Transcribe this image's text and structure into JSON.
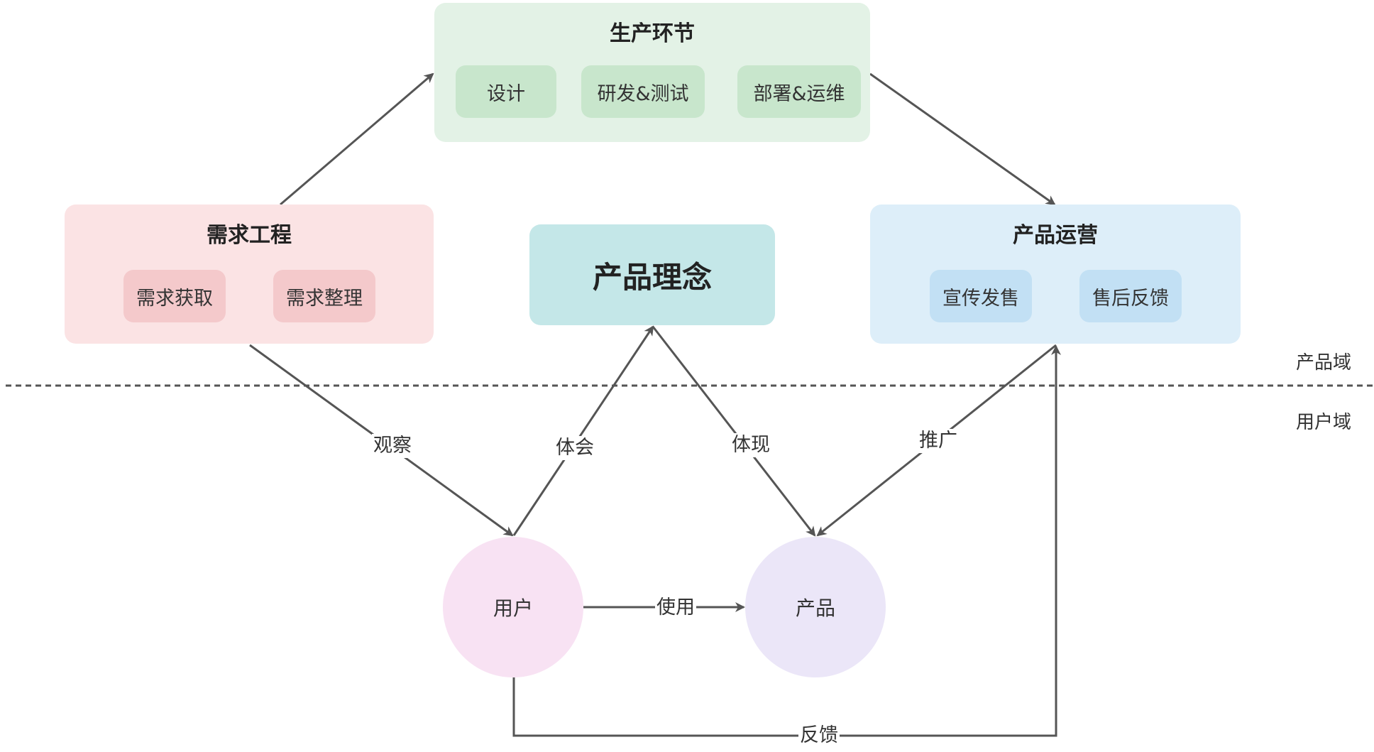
{
  "production": {
    "title": "生产环节",
    "items": [
      "设计",
      "研发&测试",
      "部署&运维"
    ]
  },
  "requirements": {
    "title": "需求工程",
    "items": [
      "需求获取",
      "需求整理"
    ]
  },
  "operations": {
    "title": "产品运营",
    "items": [
      "宣传发售",
      "售后反馈"
    ]
  },
  "concept": "产品理念",
  "nodes": {
    "user": "用户",
    "product": "产品"
  },
  "edges": {
    "observe": "观察",
    "experience": "体会",
    "embody": "体现",
    "promote": "推广",
    "use": "使用",
    "feedback": "反馈"
  },
  "domains": {
    "product_domain": "产品域",
    "user_domain": "用户域"
  },
  "colors": {
    "production_bg": "#e3f2e6",
    "production_item": "#c8e6cc",
    "requirements_bg": "#fbe3e4",
    "requirements_item": "#f4c9cb",
    "operations_bg": "#ddeef9",
    "operations_item": "#c2e0f4",
    "concept_bg": "#c4e7e8",
    "user_bg": "#f8e2f3",
    "product_bg": "#ebe6f8",
    "edge": "#555555"
  }
}
